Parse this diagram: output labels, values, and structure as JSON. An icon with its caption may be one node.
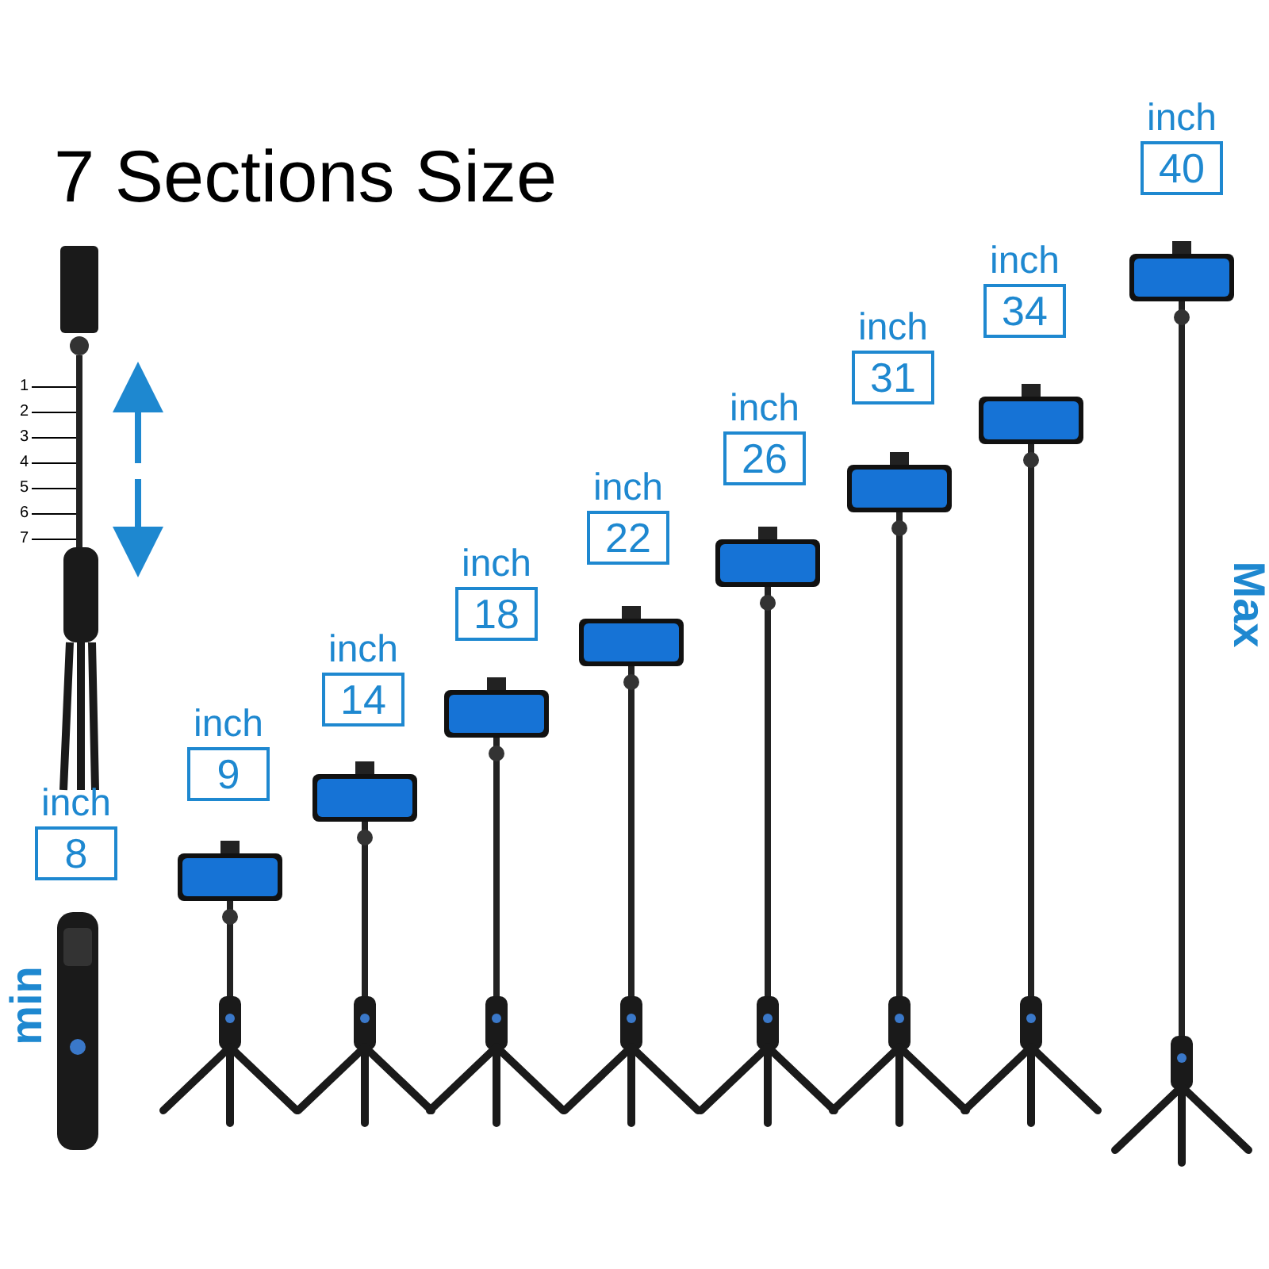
{
  "diagram": {
    "title": "7 Sections Size",
    "nodes": [
      {
        "text": [
          "1"
        ]
      },
      {
        "text": [
          "2"
        ]
      },
      {
        "text": [
          "3"
        ]
      },
      {
        "text": [
          "4"
        ]
      },
      {
        "text": [
          "5"
        ]
      },
      {
        "text": [
          "6"
        ]
      },
      {
        "text": [
          "7"
        ]
      },
      {
        "text": [
          "inch",
          "8"
        ]
      },
      {
        "text": [
          "inch",
          "9"
        ]
      },
      {
        "text": [
          "inch",
          "14"
        ]
      },
      {
        "text": [
          "inch",
          "18"
        ]
      },
      {
        "text": [
          "inch",
          "22"
        ]
      },
      {
        "text": [
          "inch",
          "26"
        ]
      },
      {
        "text": [
          "inch",
          "31"
        ]
      },
      {
        "text": [
          "inch",
          "34"
        ]
      },
      {
        "text": [
          "inch",
          "40"
        ]
      },
      {
        "text": [],
        "shape": "picture"
      }
    ],
    "edges": [
      {
        "from": 0,
        "to": 16,
        "arrow": "none"
      },
      {
        "from": 1,
        "to": 16,
        "arrow": "none"
      },
      {
        "from": 2,
        "to": 16,
        "arrow": "none"
      },
      {
        "from": 3,
        "to": 16,
        "arrow": "none"
      },
      {
        "from": 4,
        "to": 16,
        "arrow": "none"
      },
      {
        "from": 5,
        "to": 16,
        "arrow": "none"
      },
      {
        "from": 6,
        "to": 16,
        "arrow": "none"
      }
    ],
    "labels": [
      "min",
      "Max"
    ]
  }
}
